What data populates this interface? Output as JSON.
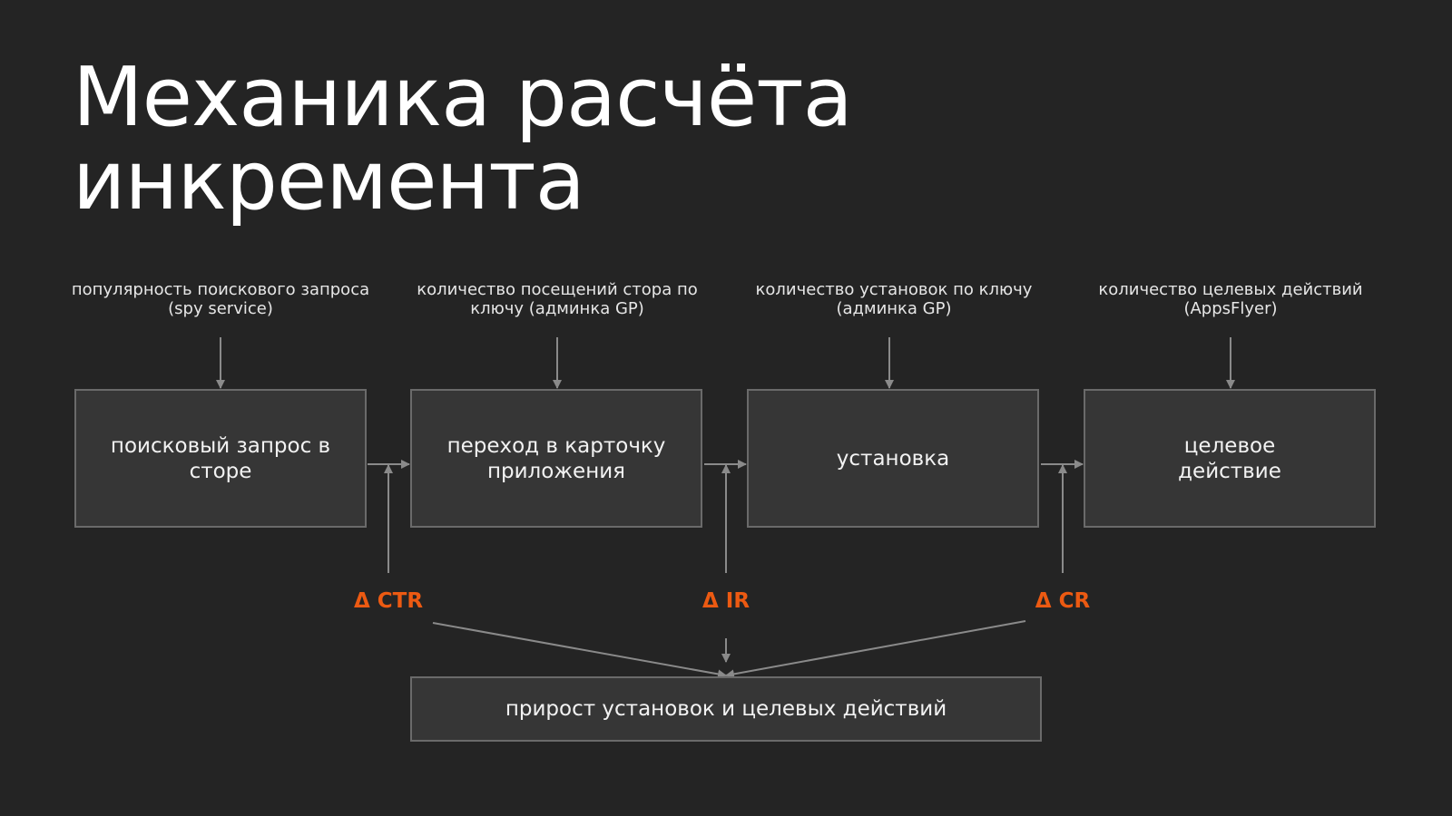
{
  "title": {
    "line1": "Механика расчёта",
    "line2": "инкремента"
  },
  "sources": [
    "популярность поискового запроса (spy service)",
    "количество посещений стора по ключу (админка GP)",
    "количество установок по ключу (админка GP)",
    "количество целевых действий (AppsFlyer)"
  ],
  "steps": [
    "поисковый запрос в сторе",
    "переход в карточку приложения",
    "установка",
    "целевое действие"
  ],
  "deltas": [
    "Δ CTR",
    "Δ IR",
    "Δ CR"
  ],
  "result": "прирост установок и целевых действий",
  "colors": {
    "accent": "#ec5a12",
    "background": "#242424",
    "box": "#363636",
    "line": "#8a8a8a"
  }
}
